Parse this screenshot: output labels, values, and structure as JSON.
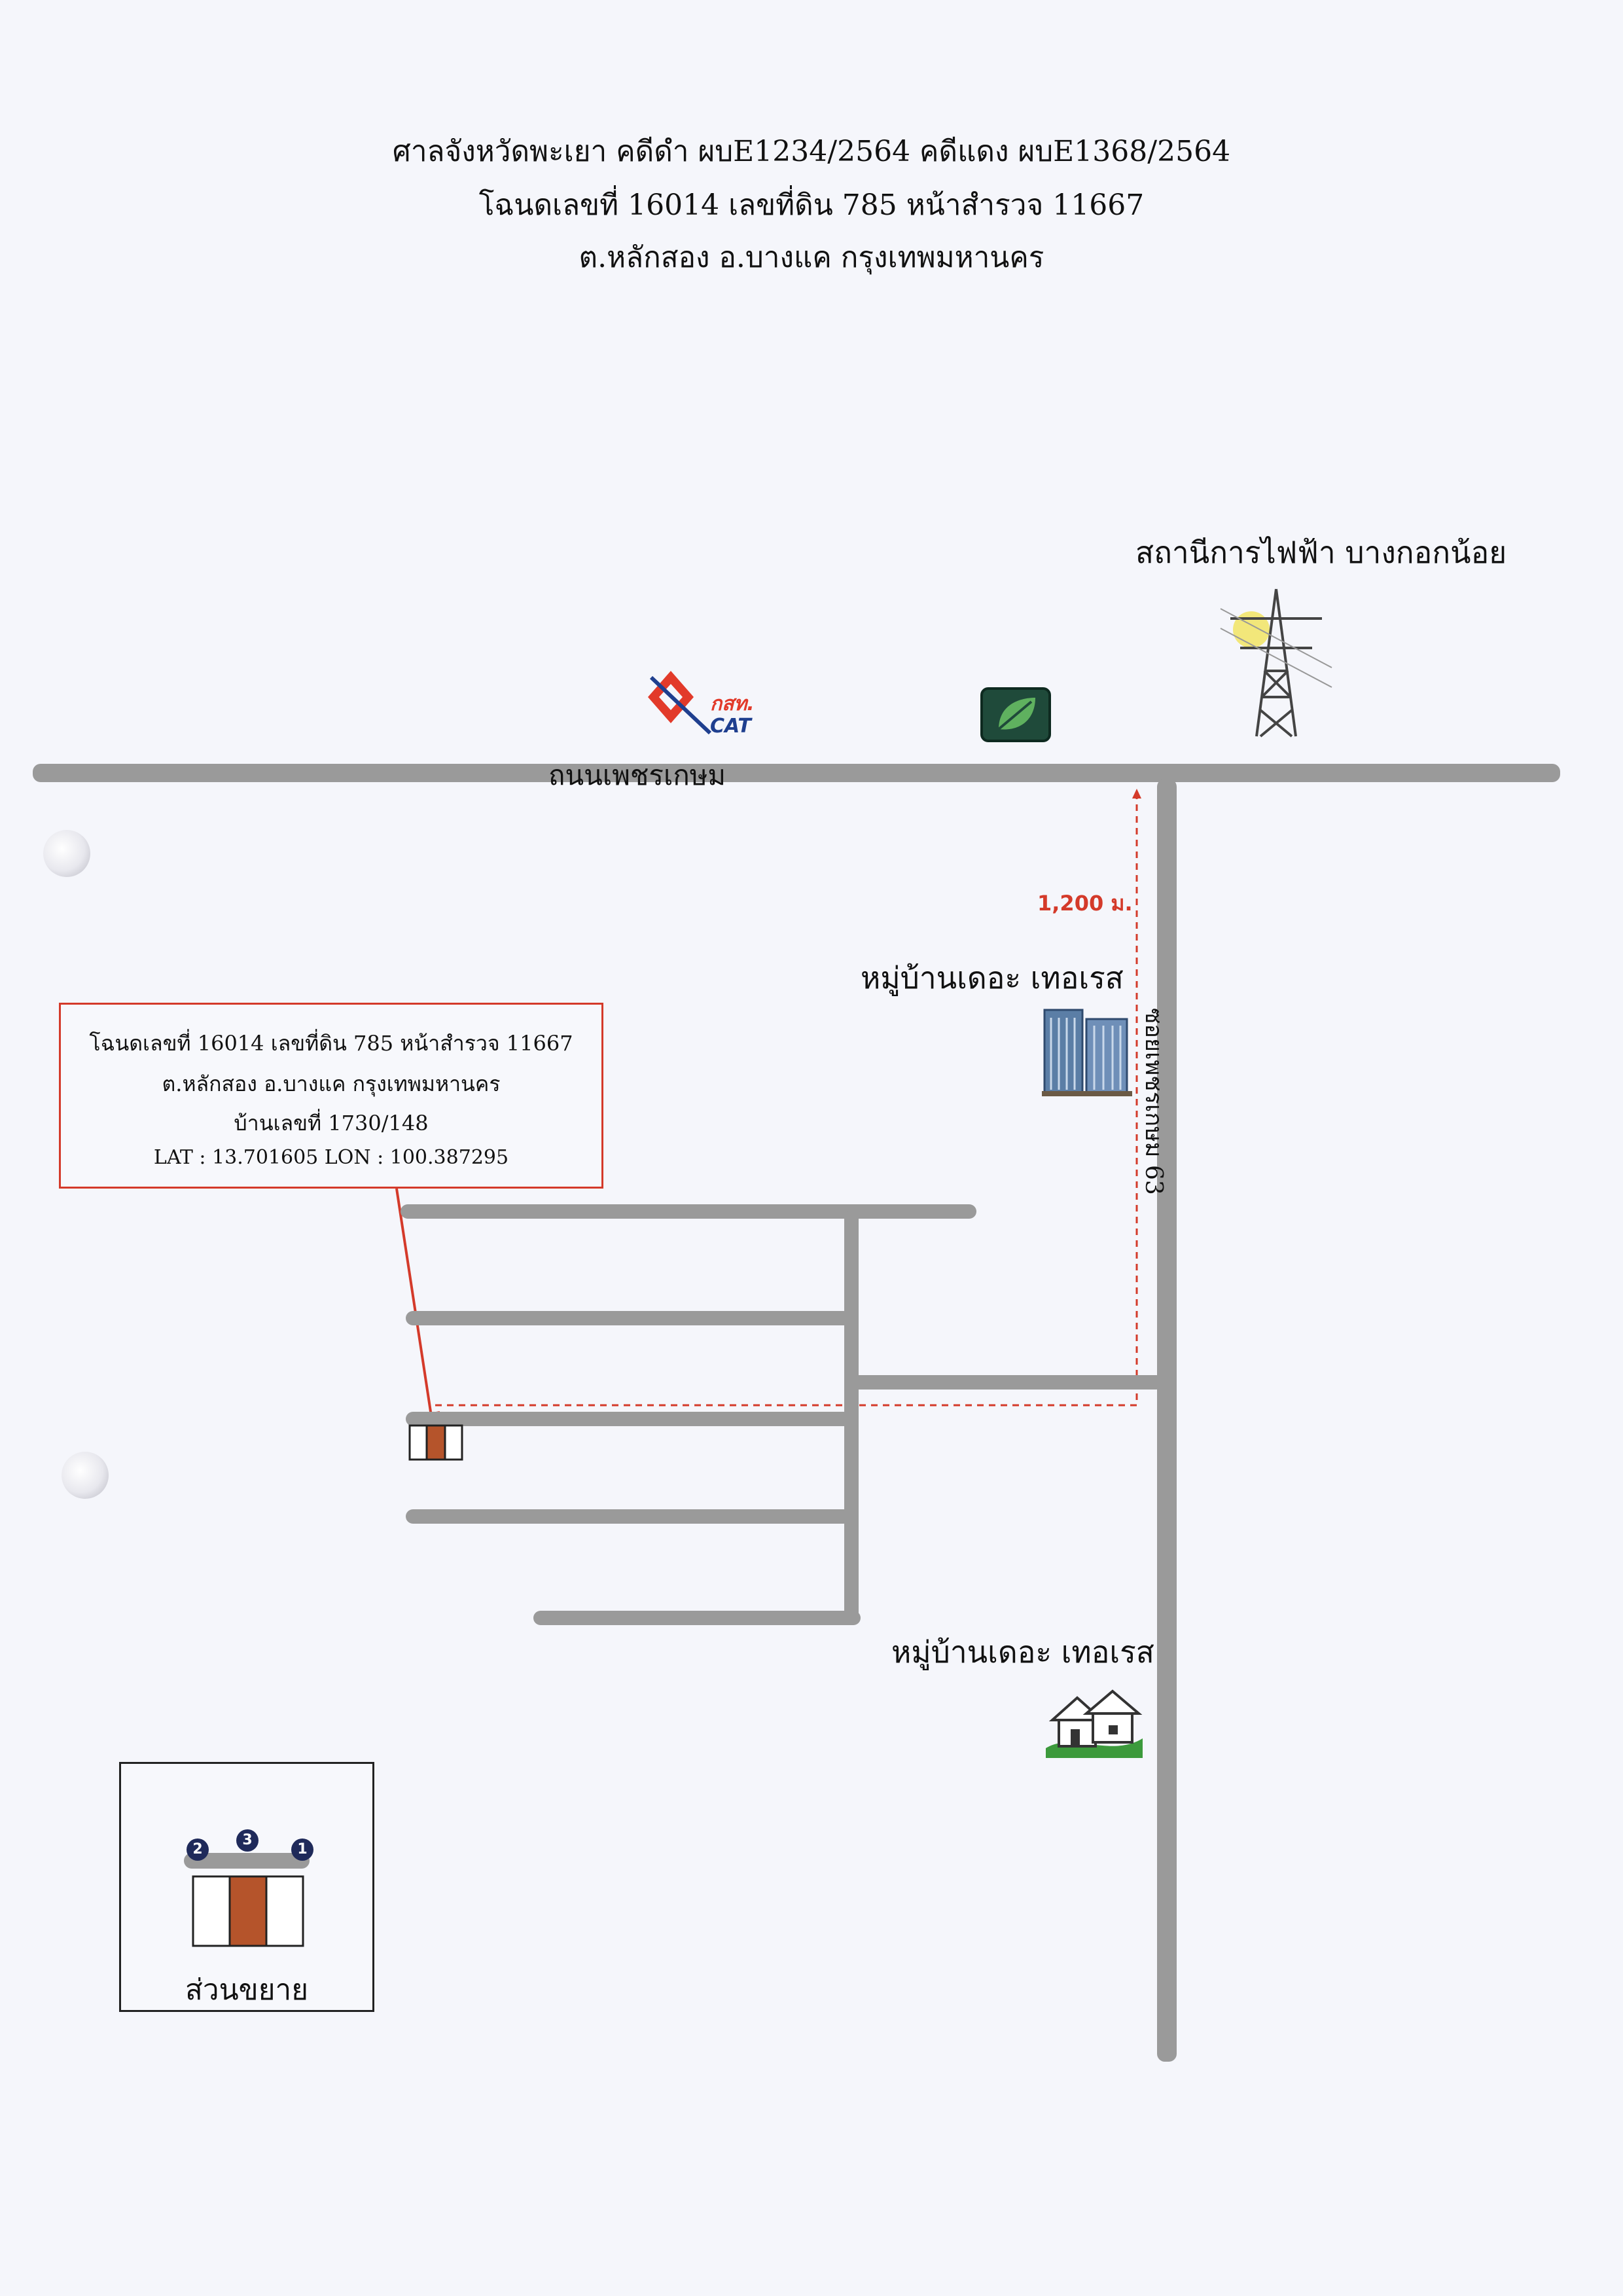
{
  "header": {
    "line1": "ศาลจังหวัดพะเยา คดีดำ ผบE1234/2564 คดีแดง ผบE1368/2564",
    "line2": "โฉนดเลขที่ 16014 เลขที่ดิน 785 หน้าสำรวจ 11667",
    "line3": "ต.หลักสอง อ.บางแค กรุงเทพมหานคร"
  },
  "landmarks": {
    "power_station": "สถานีการไฟฟ้า บางกอกน้อย",
    "cat_logo_text_1": "กสท.",
    "cat_logo_text_2": "CAT",
    "village_top": "หมู่บ้านเดอะ เทอเรส",
    "village_bottom": "หมู่บ้านเดอะ เทอเรส"
  },
  "roads": {
    "main_road": "ถนนเพชรเกษม",
    "soi": "ซอยเพชรเกษม 63"
  },
  "distance": "1,200 ม.",
  "callout": {
    "line1": "โฉนดเลขที่ 16014 เลขที่ดิน 785 หน้าสำรวจ 11667",
    "line2": "ต.หลักสอง อ.บางแค กรุงเทพมหานคร",
    "line3": "บ้านเลขที่ 1730/148",
    "line4": "LAT : 13.701605  LON : 100.387295"
  },
  "legend": {
    "label": "ส่วนขยาย",
    "pins": [
      "2",
      "3",
      "1"
    ]
  },
  "colors": {
    "road": "#9a9a9a",
    "accent_red": "#d43a2a",
    "property": "#b5542b",
    "pin": "#1f2a5a"
  }
}
